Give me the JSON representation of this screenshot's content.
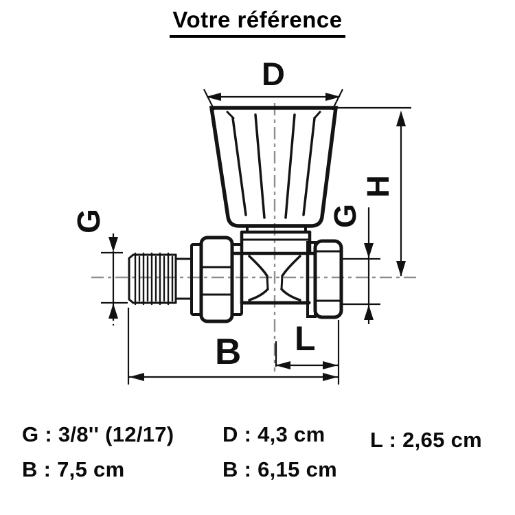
{
  "title": "Votre référence",
  "colors": {
    "ink": "#141414",
    "centerline": "#8f8f8f",
    "background": "#ffffff"
  },
  "diagram": {
    "type": "valve-technical-drawing",
    "labels": {
      "d": "D",
      "h": "H",
      "g_left": "G",
      "g_right": "G",
      "b": "B",
      "l": "L"
    }
  },
  "specs": {
    "g_thread": "G : 3/8'' (12/17)",
    "b_width": "B : 7,5 cm",
    "d_diameter": "D : 4,3 cm",
    "b_height": "B : 6,15 cm",
    "l_length": "L : 2,65 cm"
  }
}
